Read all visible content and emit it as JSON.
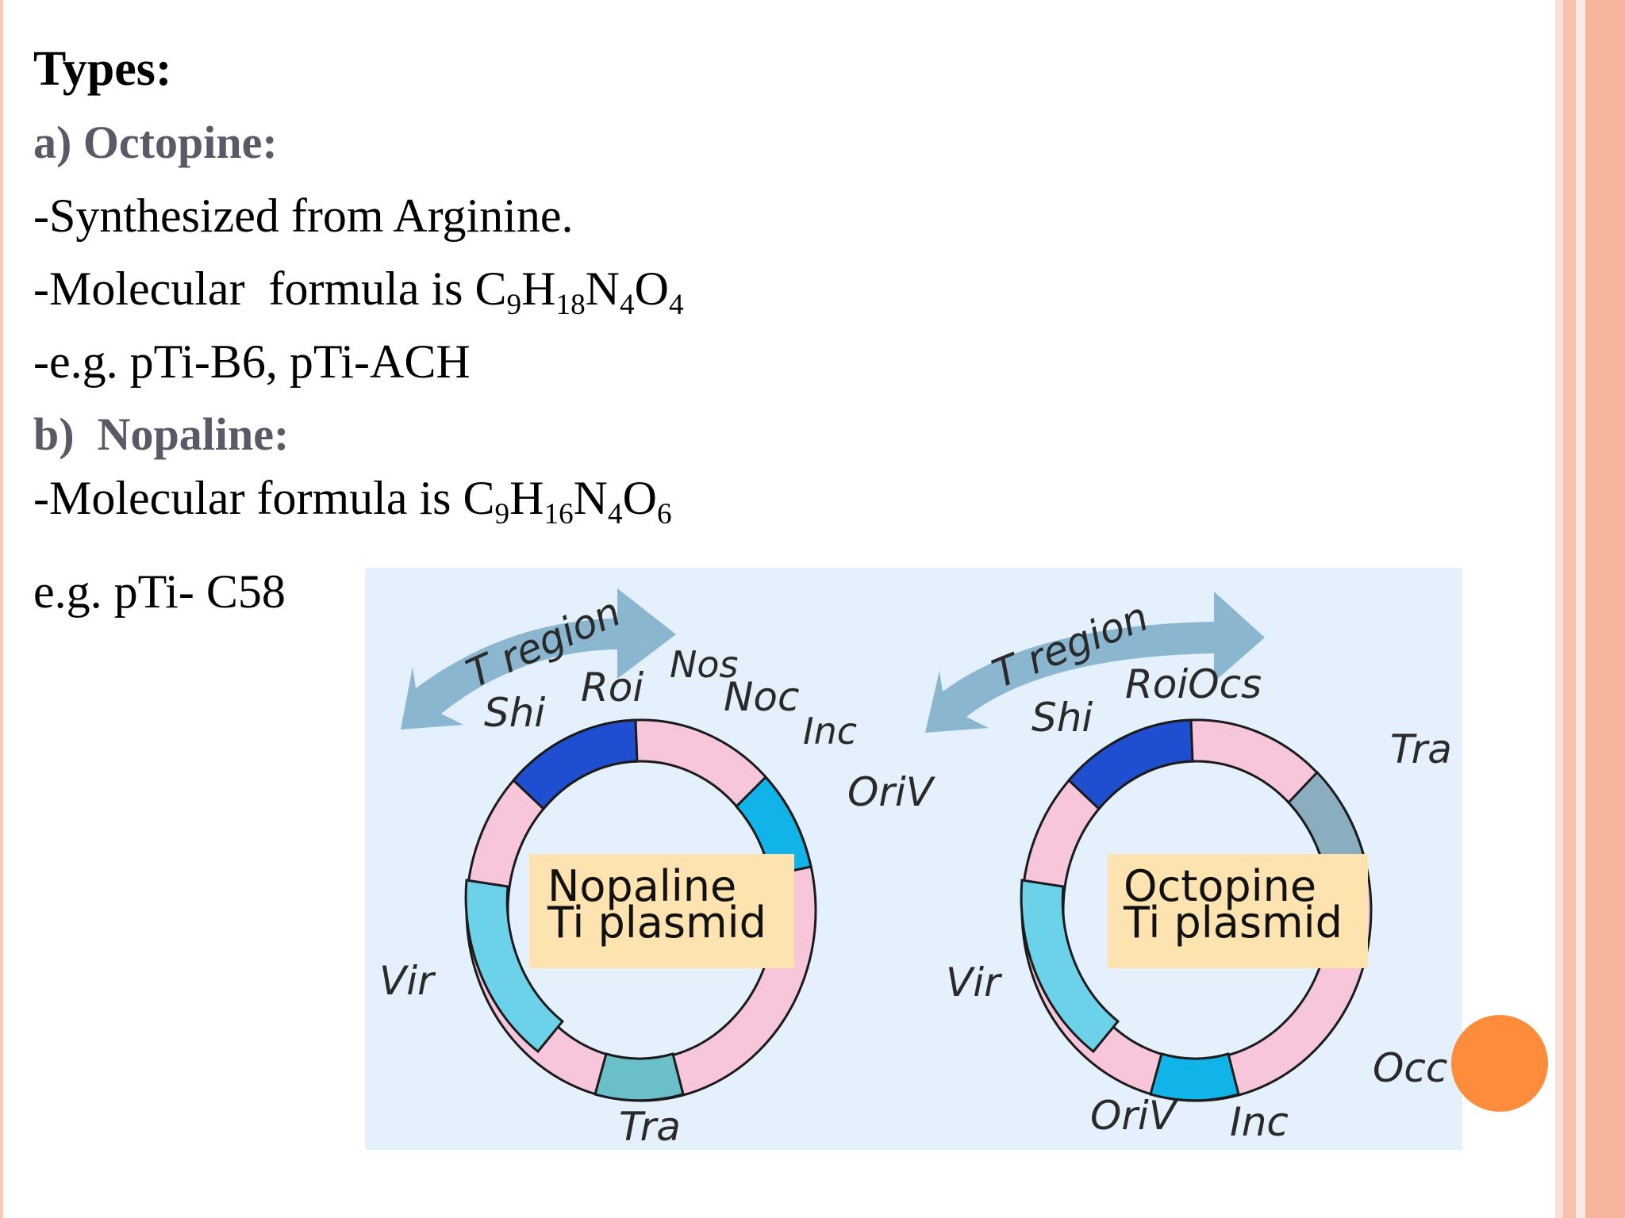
{
  "slide": {
    "title": "Types:",
    "octopine": {
      "heading": "a) Octopine:",
      "synth": "-Synthesized from Arginine.",
      "formula_prefix": "-Molecular  formula is ",
      "formula": {
        "c": "C",
        "c_n": "9",
        "h": "H",
        "h_n": "18",
        "n": "N",
        "n_n": "4",
        "o": "O",
        "o_n": "4"
      },
      "example": "-e.g. pTi-B6, pTi-ACH"
    },
    "nopaline": {
      "heading": "b)  Nopaline:",
      "formula_prefix": "-Molecular formula is ",
      "formula": {
        "c": "C",
        "c_n": "9",
        "h": "H",
        "h_n": "16",
        "n": "N",
        "n_n": "4",
        "o": "O",
        "o_n": "6"
      },
      "example": "e.g. pTi- C58"
    }
  },
  "figure": {
    "nopaline_plasmid": {
      "arrow_label": "T region",
      "box_line1": "Nopaline",
      "box_line2": "Ti plasmid",
      "labels": {
        "shi": "Shi",
        "roi": "Roi",
        "nos": "Nos",
        "noc": "Noc",
        "inc": "Inc",
        "oriv": "OriV",
        "vir": "Vir",
        "tra": "Tra"
      }
    },
    "octopine_plasmid": {
      "arrow_label": "T region",
      "box_line1": "Octopine",
      "box_line2": "Ti plasmid",
      "labels": {
        "shi": "Shi",
        "roi_ocs": "RoiOcs",
        "tra": "Tra",
        "vir": "Vir",
        "occ": "Occ",
        "oriv": "OriV",
        "inc": "Inc"
      }
    },
    "colors": {
      "background": "#e4f0fb",
      "pink": "#f7c6da",
      "dark_blue": "#1f4fd0",
      "cyan": "#10b4e8",
      "light_cyan": "#6cd2ea",
      "teal": "#6bbfc8",
      "gray_blue": "#8aaec0",
      "arrow": "#8bb6cf",
      "label_box": "#fde3b0"
    }
  },
  "theme": {
    "rail_colors": [
      "#f7c1ad",
      "#fbe0d4",
      "#f4b19a"
    ],
    "accent_circle": "#fd8d3c"
  }
}
